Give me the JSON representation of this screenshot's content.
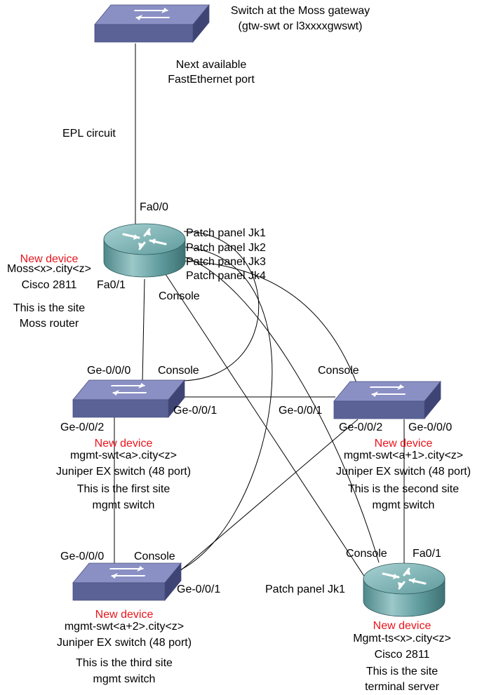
{
  "gateway": {
    "title_line1": "Switch at the Moss gateway",
    "title_line2": "(gtw-swt or l3xxxxgwswt)",
    "port_line1": "Next available",
    "port_line2": "FastEthernet port"
  },
  "link_label": "EPL circuit",
  "router": {
    "port_top": "Fa0/0",
    "port_bottom": "Fa0/1",
    "badge": "New device",
    "hostname": "Moss<x>.city<z>",
    "model": "Cisco 2811",
    "desc_line1": "This is the site",
    "desc_line2": "Moss router",
    "patch": [
      "Patch panel Jk1",
      "Patch panel Jk2",
      "Patch panel Jk3",
      "Patch panel Jk4"
    ],
    "console": "Console"
  },
  "switch1": {
    "port_top": "Ge-0/0/0",
    "console": "Console",
    "port_right": "Ge-0/0/1",
    "port_bottom": "Ge-0/0/2",
    "badge": "New device",
    "hostname": "mgmt-swt<a>.city<z>",
    "model": "Juniper EX switch (48 port)",
    "desc_line1": "This is the first site",
    "desc_line2": "mgmt switch"
  },
  "switch2": {
    "console": "Console",
    "port_left": "Ge-0/0/1",
    "port_bottom_left": "Ge-0/0/2",
    "port_bottom_right": "Ge-0/0/0",
    "badge": "New device",
    "hostname": "mgmt-swt<a+1>.city<z>",
    "model": "Juniper EX switch (48 port)",
    "desc_line1": "This is the second site",
    "desc_line2": "mgmt switch"
  },
  "switch3": {
    "port_top": "Ge-0/0/0",
    "console": "Console",
    "port_right": "Ge-0/0/1",
    "badge": "New device",
    "hostname": "mgmt-swt<a+2>.city<z>",
    "model": "Juniper EX switch (48 port)",
    "desc_line1": "This is the third site",
    "desc_line2": "mgmt switch"
  },
  "terminal_server": {
    "console": "Console",
    "port": "Fa0/1",
    "patch": "Patch panel Jk1",
    "badge": "New device",
    "hostname": "Mgmt-ts<x>.city<z>",
    "model": "Cisco 2811",
    "desc_line1": "This is the site",
    "desc_line2": "terminal server"
  },
  "colors": {
    "badge": "#e8141b",
    "switch_top": "#7b82b8",
    "switch_front": "#5b6296",
    "router_body": "#5e9a9c",
    "line": "#000000"
  }
}
